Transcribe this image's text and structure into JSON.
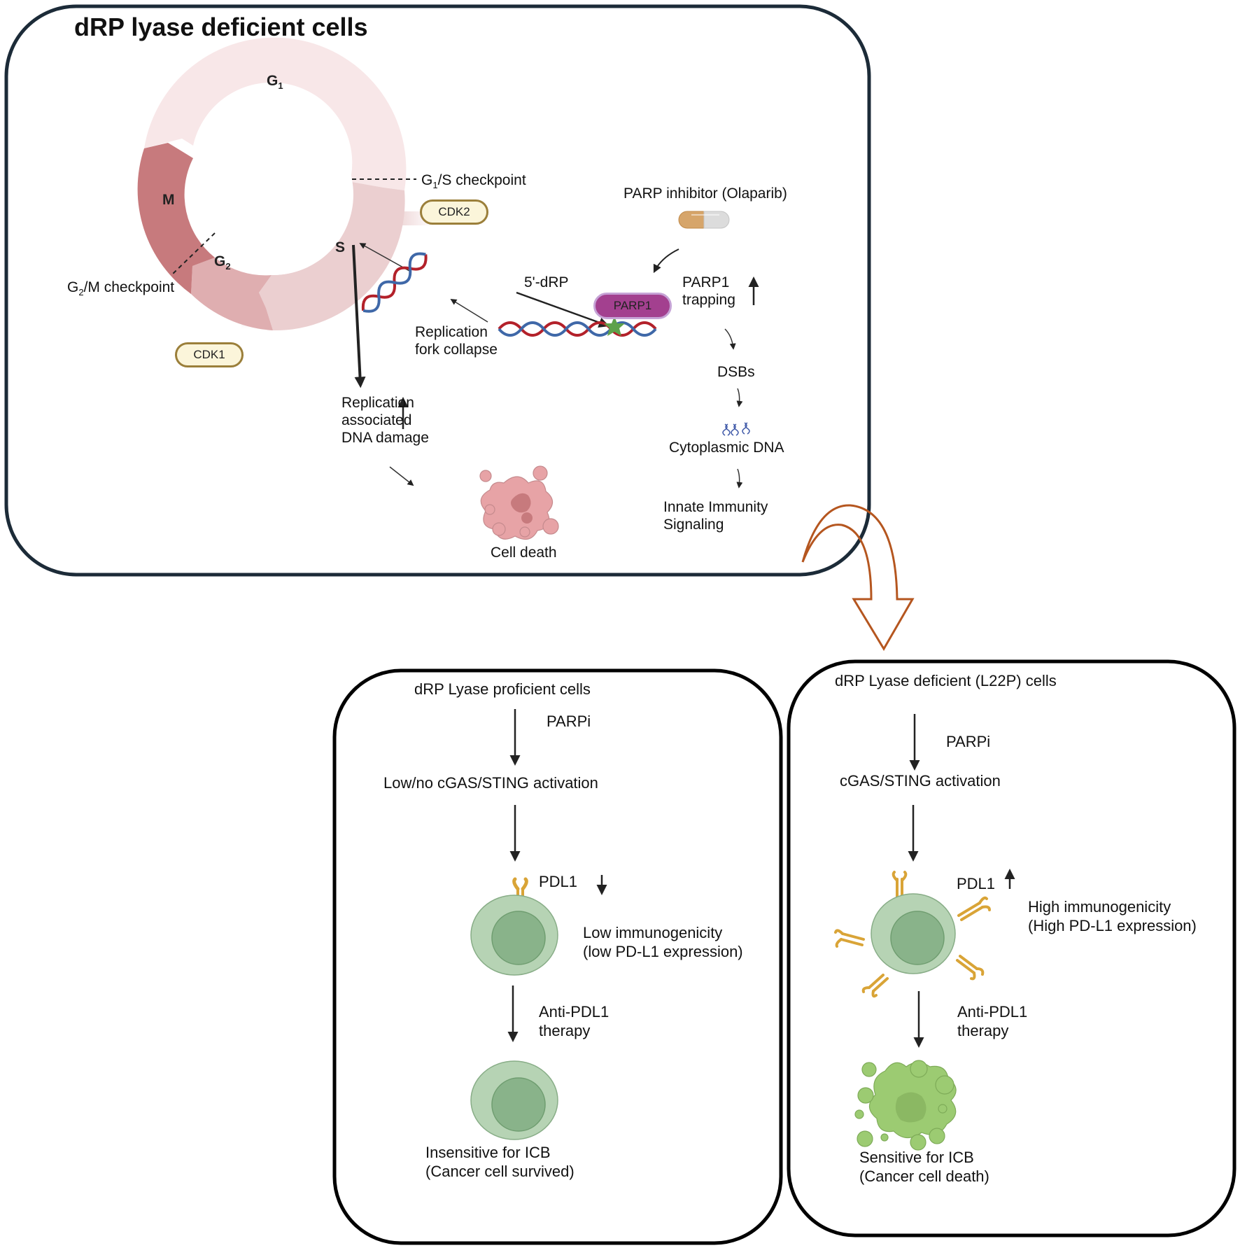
{
  "top_panel": {
    "title": "dRP lyase deficient cells",
    "cell_cycle": {
      "phases": {
        "g1": "G",
        "g1_sub": "1",
        "m": "M",
        "g2": "G",
        "g2_sub": "2",
        "s": "S"
      },
      "checkpoints": {
        "g1s_pre": "G",
        "g1s_sub": "1",
        "g1s_post": "/S checkpoint",
        "g2m_pre": "G",
        "g2m_sub": "2",
        "g2m_post": "/M checkpoint"
      },
      "kinases": {
        "cdk2": "CDK2",
        "cdk1": "CDK1"
      }
    },
    "parp_inhibitor": "PARP inhibitor (Olaparib)",
    "five_drp": "5'-dRP",
    "parp1": "PARP1",
    "parp1_trapping": [
      "PARP1",
      "trapping"
    ],
    "fork_collapse": [
      "Replication",
      "fork collapse"
    ],
    "replication_damage": [
      "Replication",
      "associated",
      "DNA damage"
    ],
    "cell_death": "Cell death",
    "dsbs": "DSBs",
    "cytoplasmic_dna": "Cytoplasmic DNA",
    "innate_immunity": [
      "Innate Immunity",
      "Signaling"
    ]
  },
  "left_panel": {
    "title": "dRP Lyase proficient cells",
    "step1_label": "PARPi",
    "activation": "Low/no cGAS/STING activation",
    "pdl1": "PDL1",
    "pdl1_trend": "down",
    "immunogenicity": [
      "Low immunogenicity",
      "(low PD-L1 expression)"
    ],
    "therapy": [
      "Anti-PDL1",
      "therapy"
    ],
    "outcome": [
      "Insensitive for ICB",
      "(Cancer cell survived)"
    ]
  },
  "right_panel": {
    "title": "dRP Lyase deficient (L22P) cells",
    "step1_label": "PARPi",
    "activation": "cGAS/STING activation",
    "pdl1": "PDL1",
    "pdl1_trend": "up",
    "immunogenicity": [
      "High immunogenicity",
      "(High PD-L1 expression)"
    ],
    "therapy": [
      "Anti-PDL1",
      "therapy"
    ],
    "outcome": [
      "Sensitive for ICB",
      "(Cancer cell death)"
    ]
  },
  "colors": {
    "panel_border_top": "#1c2b38",
    "panel_border_bottom": "#000000",
    "transition_arrow": "#b5561f",
    "g1": "#f8e7e8",
    "s": "#ebcfd0",
    "g2": "#dfaeb0",
    "m": "#c77a7d",
    "parp1": "#a3408f",
    "cell_outer": "#b6d3b4",
    "cell_nucleus": "#89b38a",
    "dead_cell_green": "#9ccb72",
    "dead_cell_pink": "#e7a3a6",
    "pdl1_receptor": "#d9a437",
    "dna_red": "#b3212a",
    "dna_blue": "#3f68a8"
  }
}
